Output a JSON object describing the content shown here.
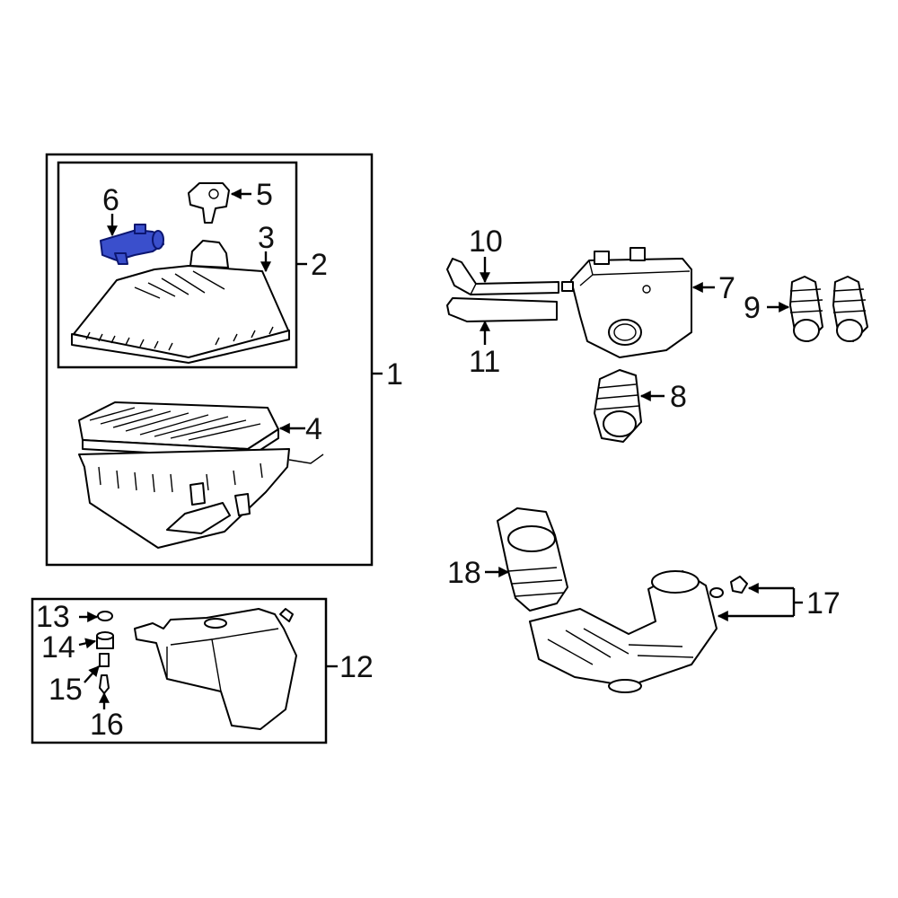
{
  "labels": {
    "p1": "1",
    "p2": "2",
    "p3": "3",
    "p4": "4",
    "p5": "5",
    "p6": "6",
    "p7": "7",
    "p8": "8",
    "p9": "9",
    "p10": "10",
    "p11": "11",
    "p12": "12",
    "p13": "13",
    "p14": "14",
    "p15": "15",
    "p16": "16",
    "p17": "17",
    "p18": "18"
  },
  "colors": {
    "highlight_fill": "#3a4fcc",
    "highlight_stroke": "#0c1670",
    "line": "#000000",
    "background": "#ffffff"
  },
  "highlighted_part": "6"
}
